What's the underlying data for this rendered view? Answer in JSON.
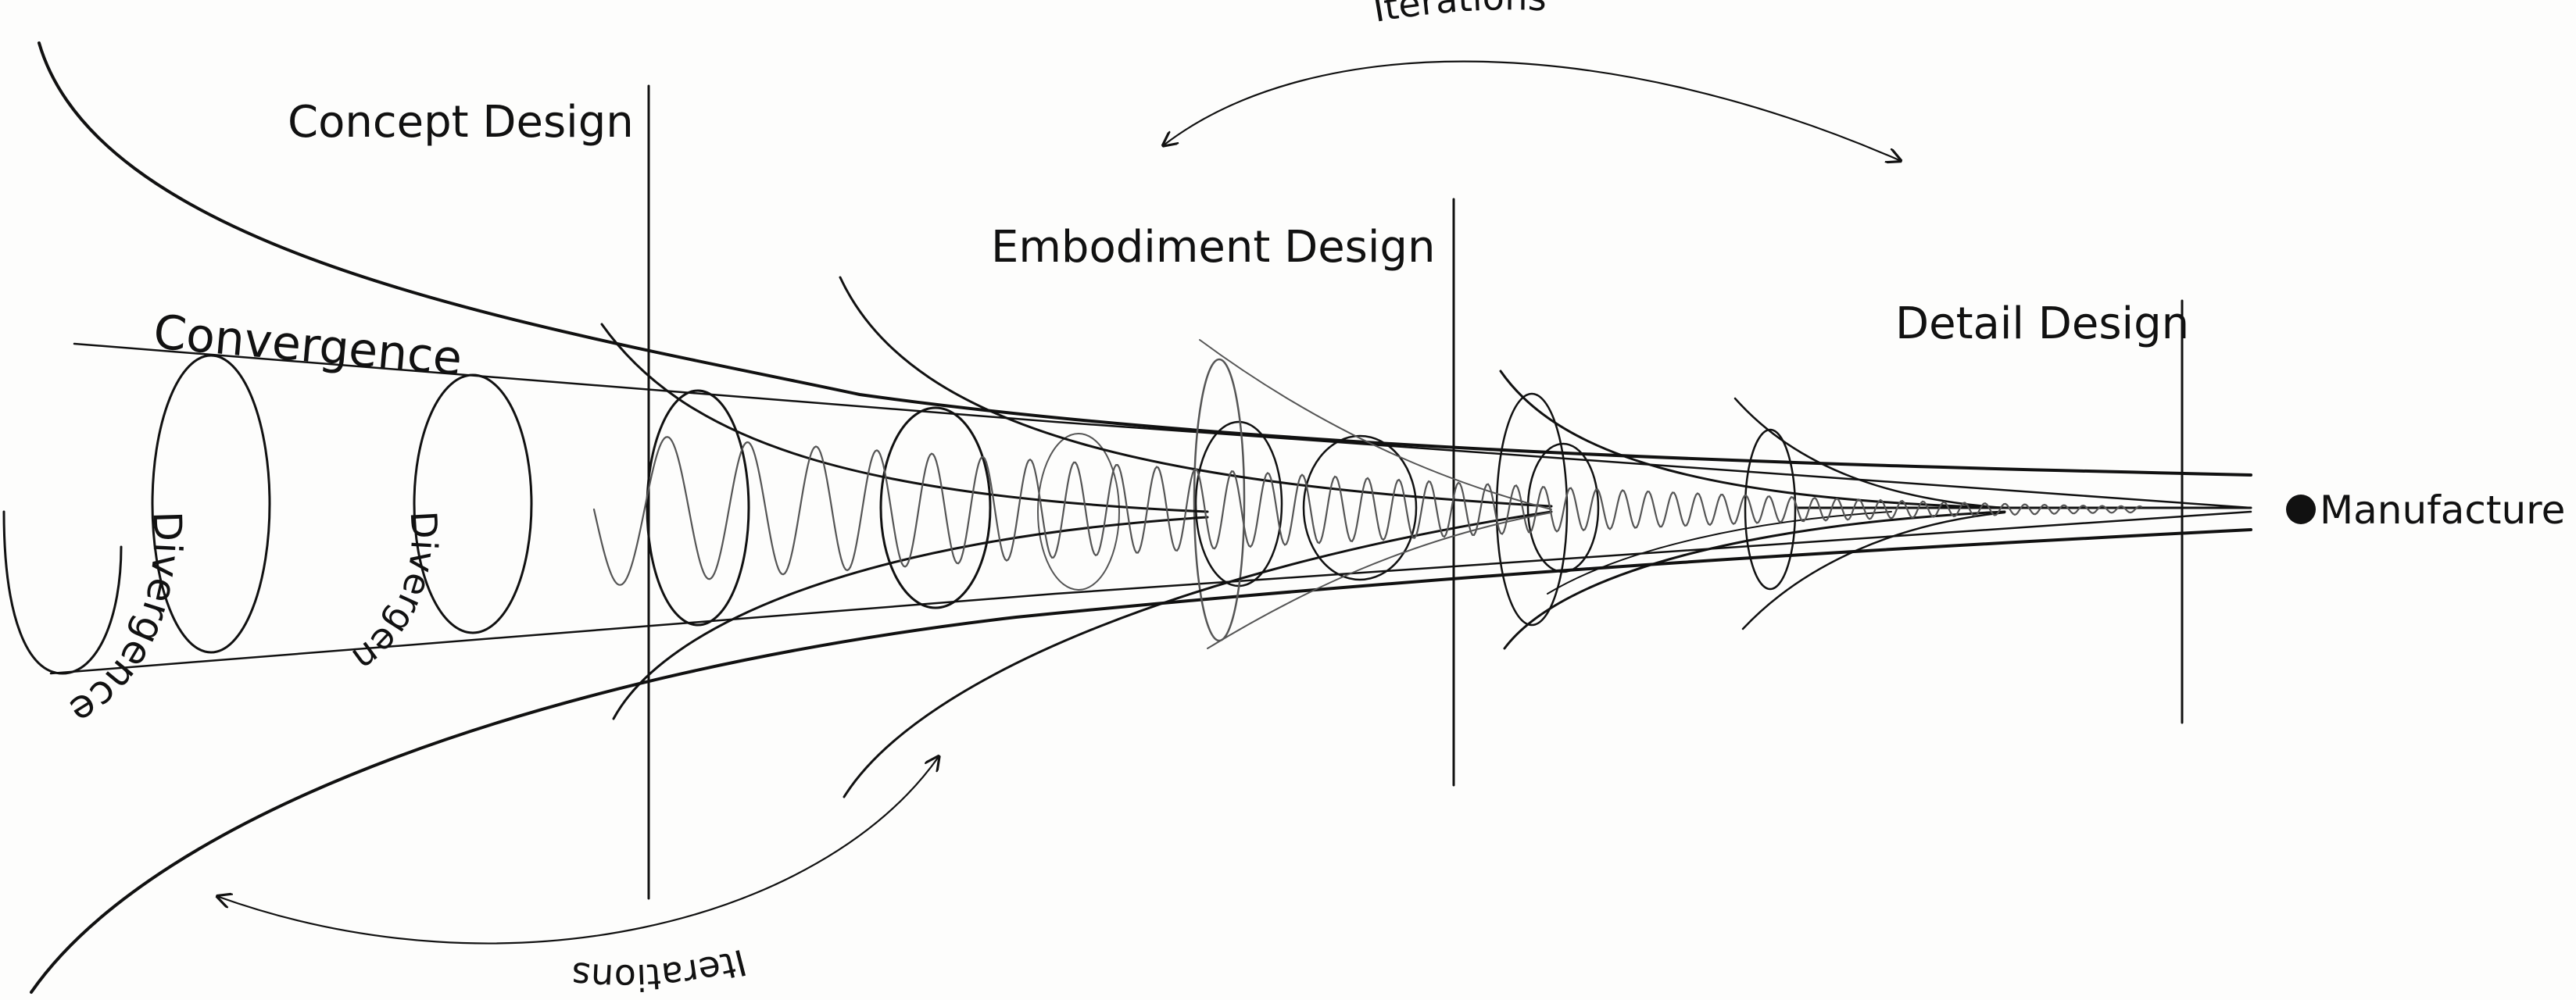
{
  "labels": {
    "concept": "Concept Design",
    "embodiment": "Embodiment Design",
    "detail": "Detail Design",
    "manufacture": "Manufacture",
    "convergence": "Convergence",
    "divergence_1": "Divergence",
    "divergence_2": "Divergence",
    "iterations_top": "Iterations",
    "iterations_bottom": "Iterations"
  },
  "colors": {
    "ink": "#111111",
    "background": "#fdfdfc",
    "faint": "#555555"
  }
}
